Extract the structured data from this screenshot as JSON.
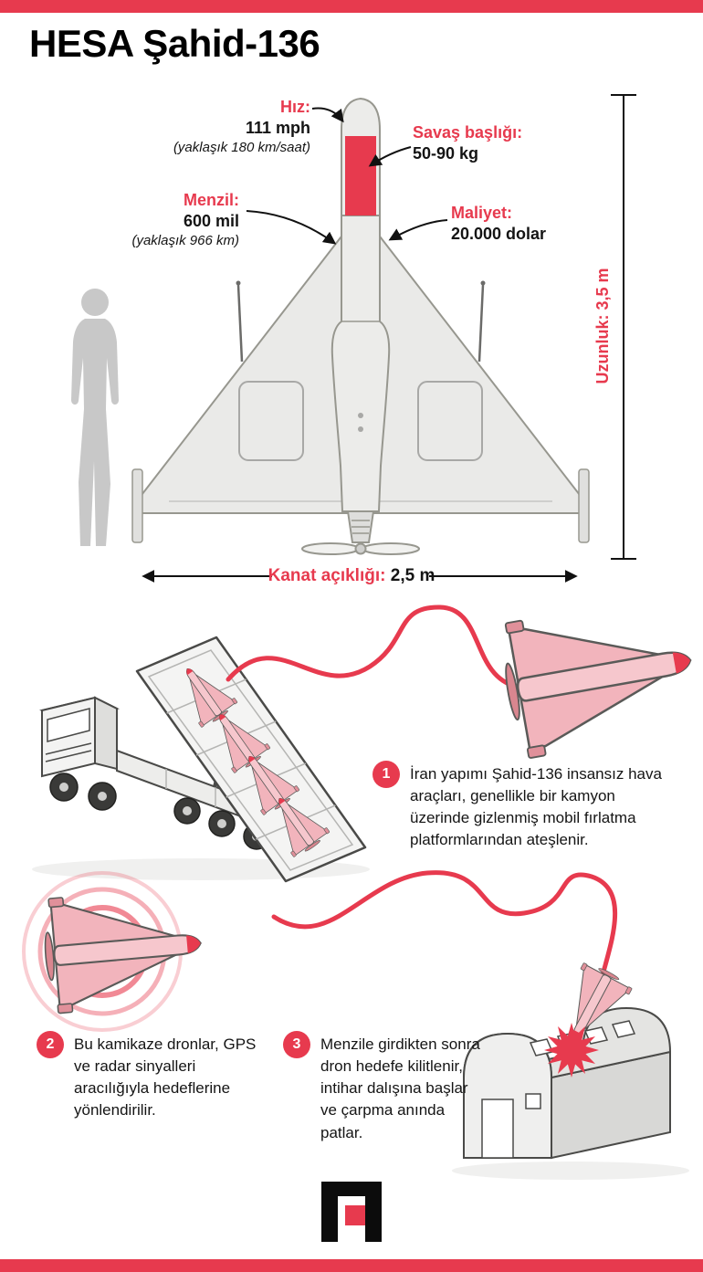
{
  "colors": {
    "accent": "#e73a4e",
    "drone_pink": "#f2b4bc"
  },
  "title": "HESA Şahid-136",
  "specs": {
    "speed_label": "Hız:",
    "speed_value": "111 mph",
    "speed_note": "(yaklaşık 180 km/saat)",
    "warhead_label": "Savaş başlığı:",
    "warhead_value": "50-90 kg",
    "range_label": "Menzil:",
    "range_value": "600 mil",
    "range_note": "(yaklaşık 966 km)",
    "cost_label": "Maliyet:",
    "cost_value": "20.000 dolar",
    "length_label": "Uzunluk:",
    "length_value": "3,5 m",
    "wingspan_label": "Kanat açıklığı:",
    "wingspan_value": "2,5 m"
  },
  "steps": [
    {
      "number": "1",
      "text": "İran yapımı Şahid-136 insansız hava araçları, genellikle bir kamyon üzerinde gizlenmiş mobil fırlatma platformlarından ateşlenir."
    },
    {
      "number": "2",
      "text": "Bu kamikaze dronlar, GPS ve radar sinyalleri aracılığıyla hedeflerine yönlendirilir."
    },
    {
      "number": "3",
      "text": "Menzile girdikten sonra dron hedefe kilitlenir, intihar dalışına başlar ve çarpma anında patlar."
    }
  ],
  "icons": {
    "logo": "h-monogram-logo"
  }
}
